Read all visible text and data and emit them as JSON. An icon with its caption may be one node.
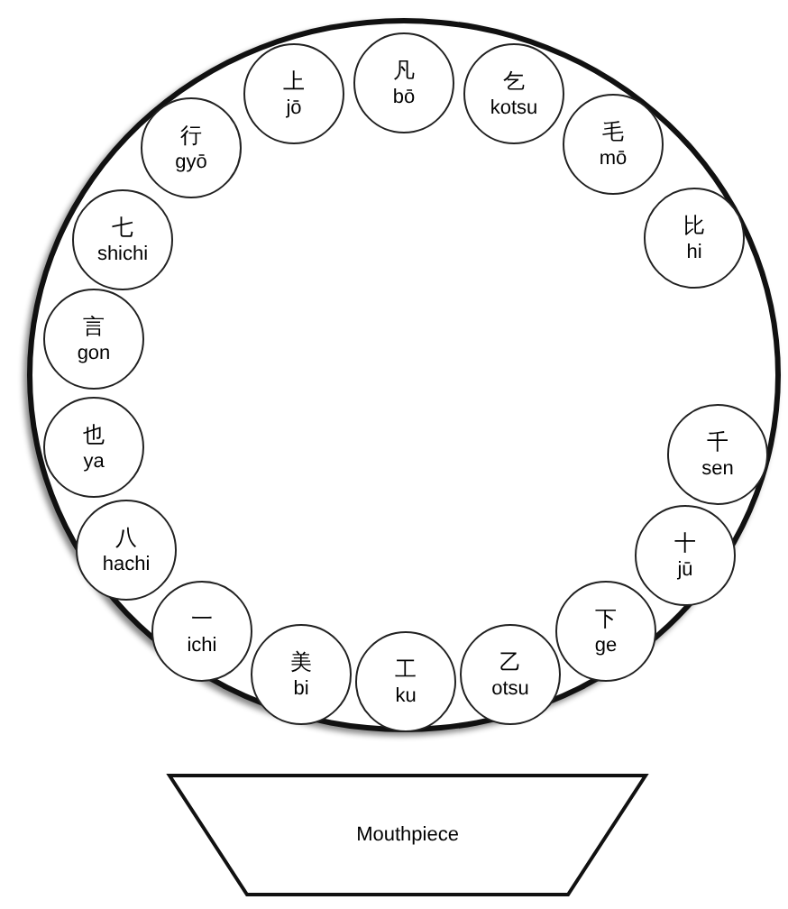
{
  "diagram": {
    "nodes": [
      {
        "text": [],
        "shape": "circle"
      },
      {
        "text": [
          "凡",
          "bō"
        ],
        "in": 0
      },
      {
        "text": [
          "上",
          "jō"
        ],
        "in": 0
      },
      {
        "text": [
          "乞",
          "kotsu"
        ],
        "in": 0
      },
      {
        "text": [
          "毛",
          "mō"
        ],
        "in": 0
      },
      {
        "text": [
          "行",
          "gyō"
        ],
        "in": 0
      },
      {
        "text": [
          "比",
          "hi"
        ],
        "in": 0
      },
      {
        "text": [
          "七",
          "shichi"
        ],
        "in": 0
      },
      {
        "text": [
          "言",
          "gon"
        ],
        "in": 0
      },
      {
        "text": [
          "也",
          "ya"
        ],
        "in": 0
      },
      {
        "text": [
          "千",
          "sen"
        ],
        "in": 0
      },
      {
        "text": [
          "八",
          "hachi"
        ],
        "in": 0
      },
      {
        "text": [
          "十",
          "jū"
        ],
        "in": 0
      },
      {
        "text": [
          "一",
          "ichi"
        ],
        "in": 0
      },
      {
        "text": [
          "下",
          "ge"
        ],
        "in": 0
      },
      {
        "text": [
          "乙",
          "otsu"
        ],
        "in": 0
      },
      {
        "text": [
          "美",
          "bi"
        ],
        "in": 0
      },
      {
        "text": [
          "工",
          "ku"
        ],
        "in": 0
      },
      {
        "text": [
          "Mouthpiece"
        ]
      }
    ]
  }
}
